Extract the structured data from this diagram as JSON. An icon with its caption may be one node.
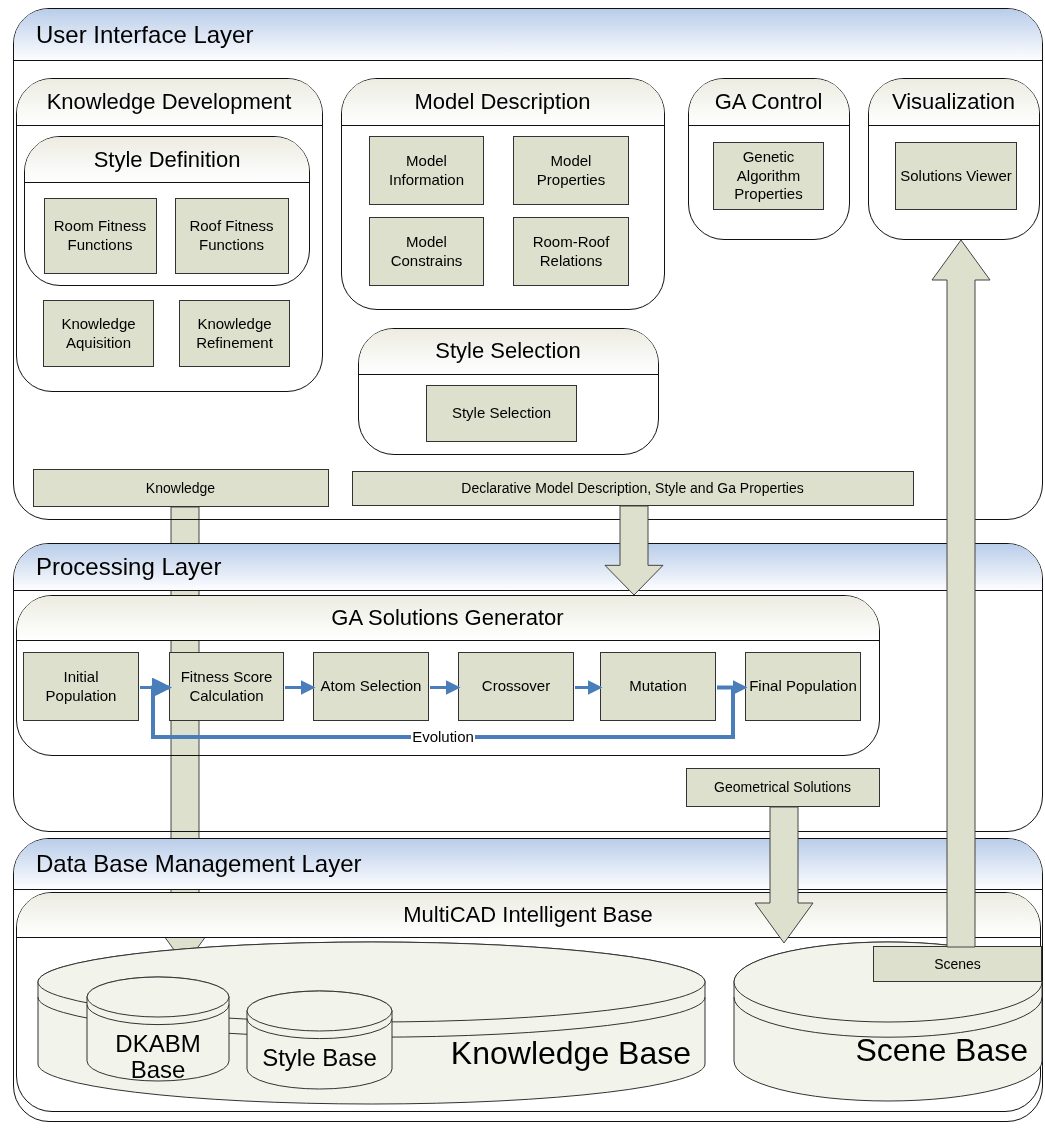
{
  "diagram": {
    "nodes": [
      {
        "text": [
          "User Interface Layer"
        ]
      },
      {
        "text": [
          "Knowledge Development"
        ],
        "in": 0
      },
      {
        "text": [
          "Style Definition"
        ],
        "in": 1
      },
      {
        "text": [
          "Room Fitness Functions"
        ],
        "in": 2
      },
      {
        "text": [
          "Roof Fitness Functions"
        ],
        "in": 2
      },
      {
        "text": [
          "Knowledge Aquisition"
        ],
        "in": 1
      },
      {
        "text": [
          "Knowledge Refinement"
        ],
        "in": 1
      },
      {
        "text": [
          "Model Description"
        ],
        "in": 0
      },
      {
        "text": [
          "Model Information"
        ],
        "in": 7
      },
      {
        "text": [
          "Model Properties"
        ],
        "in": 7
      },
      {
        "text": [
          "Model Constrains"
        ],
        "in": 7
      },
      {
        "text": [
          "Room-Roof Relations"
        ],
        "in": 7
      },
      {
        "text": [
          "GA Control"
        ],
        "in": 0
      },
      {
        "text": [
          "Genetic Algorithm Properties"
        ],
        "in": 12
      },
      {
        "text": [
          "Visualization"
        ],
        "in": 0
      },
      {
        "text": [
          "Solutions Viewer"
        ],
        "in": 14
      },
      {
        "text": [
          "Style Selection"
        ],
        "in": 0
      },
      {
        "text": [
          "Style Selection"
        ],
        "in": 16
      },
      {
        "text": [
          "Knowledge"
        ],
        "in": 0
      },
      {
        "text": [
          "Declarative Model Description, Style and Ga Properties"
        ],
        "in": 0
      },
      {
        "text": [
          "Processing Layer"
        ]
      },
      {
        "text": [
          "GA Solutions Generator"
        ],
        "in": 20
      },
      {
        "text": [
          "Initial Population"
        ],
        "in": 21
      },
      {
        "text": [
          "Fitness Score Calculation"
        ],
        "in": 21
      },
      {
        "text": [
          "Atom Selection"
        ],
        "in": 21
      },
      {
        "text": [
          "Crossover"
        ],
        "in": 21
      },
      {
        "text": [
          "Mutation"
        ],
        "in": 21
      },
      {
        "text": [
          "Final Population"
        ],
        "in": 21
      },
      {
        "text": [
          "Geometrical Solutions"
        ],
        "in": 20
      },
      {
        "text": [
          "Data Base Management Layer"
        ]
      },
      {
        "text": [
          "MultiCAD Intelligent Base"
        ],
        "in": 29
      },
      {
        "text": [
          "Knowledge Base"
        ],
        "in": 30
      },
      {
        "text": [
          "DKABM Base"
        ],
        "in": 31
      },
      {
        "text": [
          "Style Base"
        ],
        "in": 31
      },
      {
        "text": [
          "Scene Base"
        ],
        "in": 30
      },
      {
        "text": [
          "Scenes"
        ],
        "in": 34
      }
    ],
    "edges": [
      {
        "from": 18,
        "to": 31,
        "arrow": "to",
        "style": "thick",
        "color": "#dde0cc"
      },
      {
        "from": 19,
        "to": 21,
        "arrow": "to",
        "style": "thick",
        "color": "#dde0cc"
      },
      {
        "from": 28,
        "to": 34,
        "arrow": "to",
        "style": "thick",
        "color": "#dde0cc"
      },
      {
        "from": 35,
        "to": 14,
        "arrow": "to",
        "style": "thick",
        "color": "#dde0cc"
      },
      {
        "from": 22,
        "to": 23,
        "arrow": "to"
      },
      {
        "from": 23,
        "to": 24,
        "arrow": "to"
      },
      {
        "from": 24,
        "to": 25,
        "arrow": "to"
      },
      {
        "from": 25,
        "to": 26,
        "arrow": "to"
      },
      {
        "from": 26,
        "to": 27,
        "arrow": "to"
      },
      {
        "from": 26,
        "to": 23,
        "arrow": "to",
        "label": "Evolution"
      }
    ]
  }
}
